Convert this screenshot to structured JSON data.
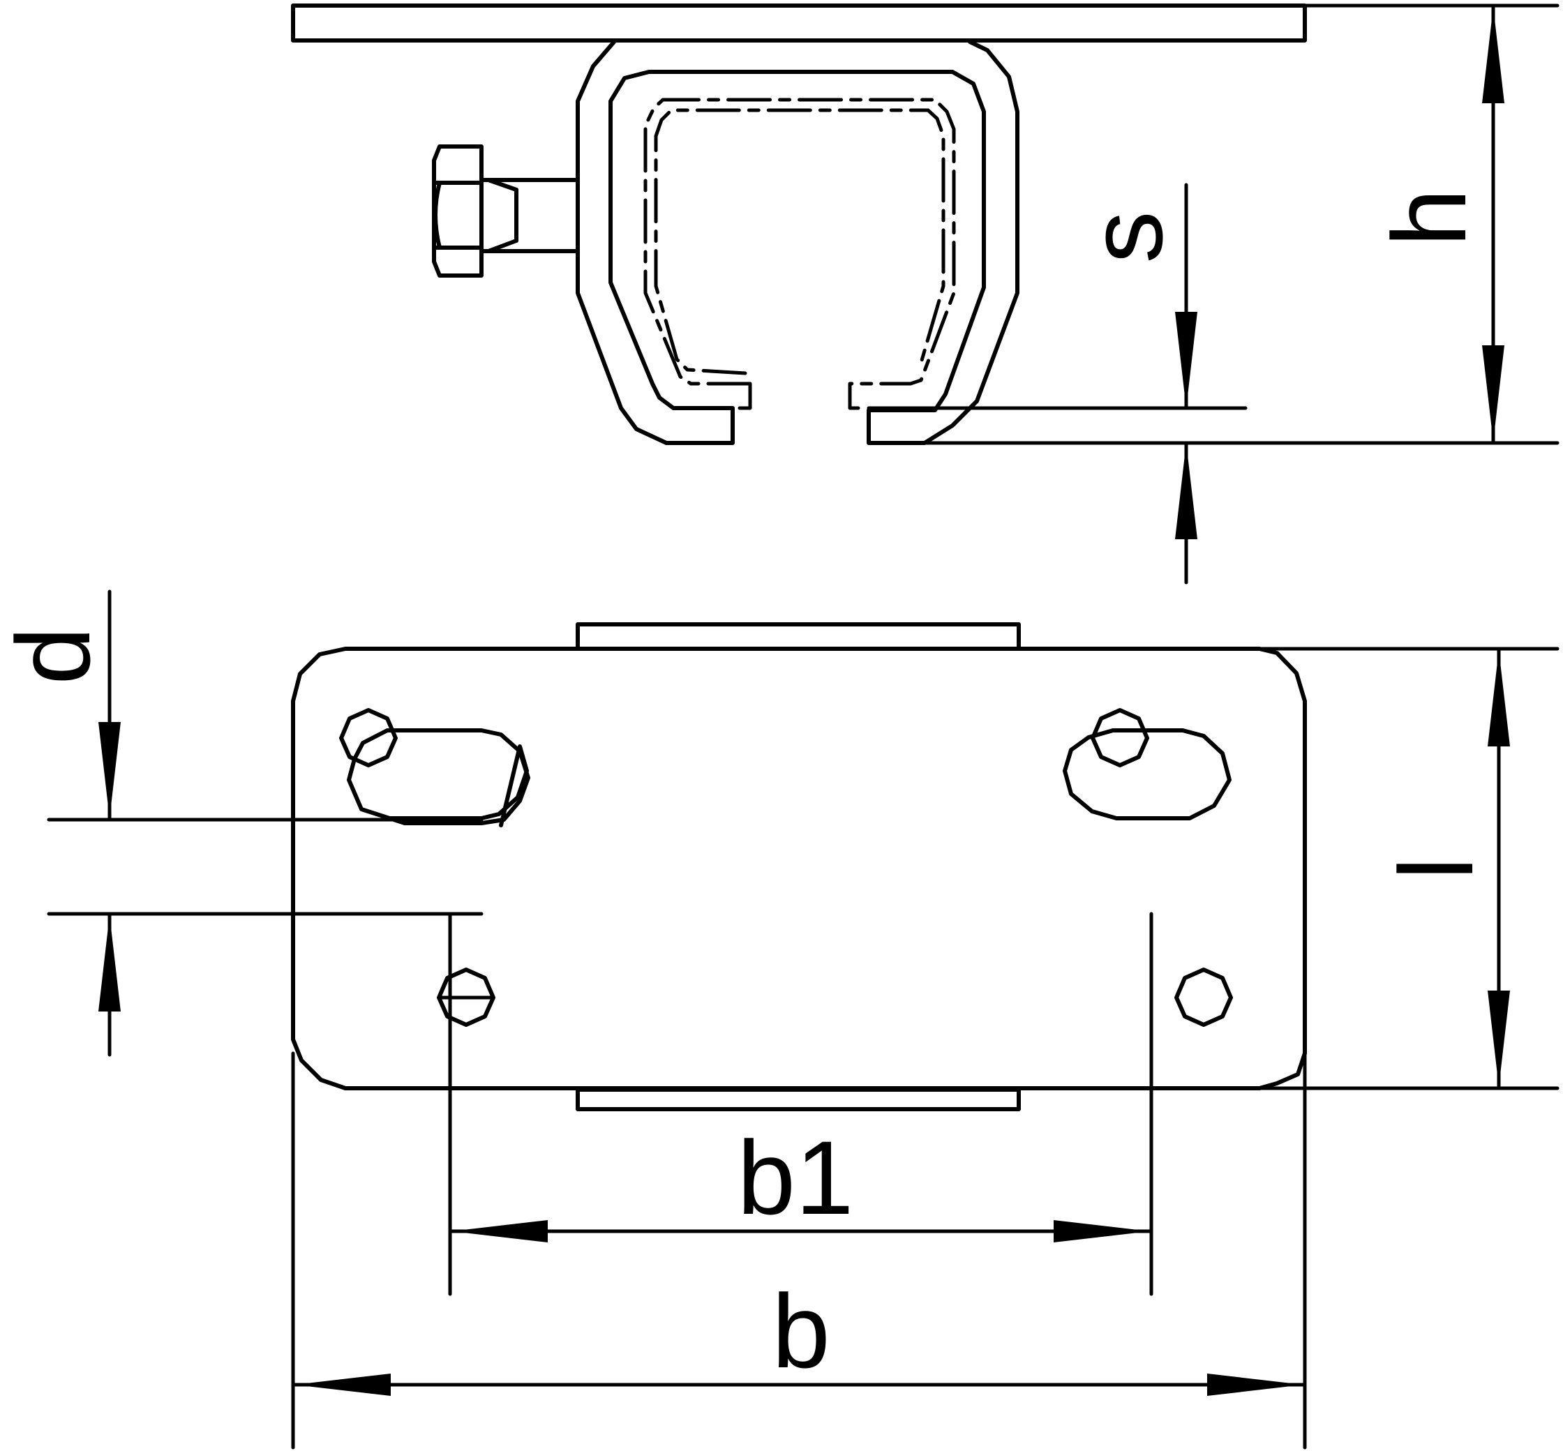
{
  "diagram": {
    "labels": {
      "h": "h",
      "s": "s",
      "d": "d",
      "l": "l",
      "b1": "b1",
      "b": "b"
    },
    "colors": {
      "stroke": "#000000",
      "background": "#ffffff"
    }
  }
}
